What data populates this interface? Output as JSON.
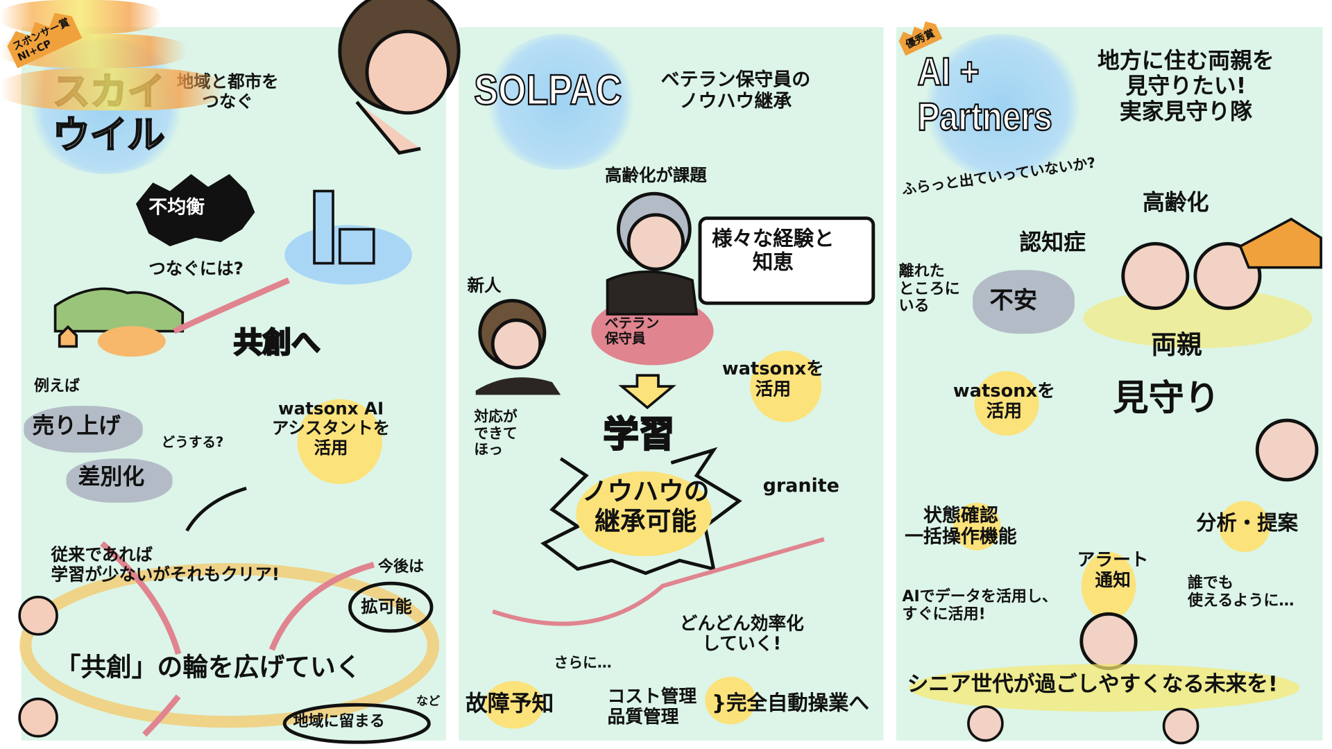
{
  "colors": {
    "panel_bg": "#dcf5e8",
    "accent_yellow": "#fbe27a",
    "accent_pink": "#e0848f",
    "blob_blue": "#9fd3f2",
    "cloud_gray": "#b3bcc6",
    "crown_orange": "#f0a13c"
  },
  "panel1": {
    "badge": "スポンサー賞\nNI+CP",
    "title": "スカイ\nウイル",
    "subtitle": "地域と都市を\nつなぐ",
    "imbalance": "不均衡",
    "how_connect": "つなぐには?",
    "cocreation": "共創へ",
    "example": "例えば",
    "sales": "売り上げ",
    "differentiation": "差別化",
    "how": "どうする?",
    "watsonx": "watsonx AI\nアシスタントを\n活用",
    "conventional": "従来であれば\n学習が少ないがそれもクリア!",
    "future": "今後は",
    "expandable": "拡可能",
    "spread": "「共創」の輪を広げていく",
    "stay_local": "地域に留まる",
    "etc": "など"
  },
  "panel2": {
    "title": "SOLPAC",
    "subtitle": "ベテラン保守員の\nノウハウ継承",
    "aging": "高齢化が課題",
    "experience": "様々な経験と\n知恵",
    "newcomer": "新人",
    "veteran": "ベテラン\n保守員",
    "relief": "対応が\nできて\nほっ",
    "watsonx": "watsonxを\n活用",
    "learning": "学習",
    "knowhow": "ノウハウの\n継承可能",
    "granite": "granite",
    "efficiency": "どんどん効率化\nしていく!",
    "furthermore": "さらに…",
    "failure_prediction": "故障予知",
    "management": "コスト管理\n品質管理",
    "automation": "}完全自動操業へ"
  },
  "panel3": {
    "badge": "優秀賞",
    "title": "AI +\nPartners",
    "subtitle": "地方に住む両親を\n見守りたい!\n実家見守り隊",
    "wander": "ふらっと出ていっていないか?",
    "aging": "高齢化",
    "dementia": "認知症",
    "far_away": "離れた\nところに\nいる",
    "anxiety": "不安",
    "parents": "両親",
    "watsonx": "watsonxを\n活用",
    "watching": "見守り",
    "status": "状態確認\n一括操作機能",
    "analysis": "分析・提案",
    "alert": "アラート\n通知",
    "ai_data": "AIでデータを活用し、\nすぐに活用!",
    "anyone": "誰でも\n使えるように…",
    "future": "シニア世代が過ごしやすくなる未来を!"
  }
}
